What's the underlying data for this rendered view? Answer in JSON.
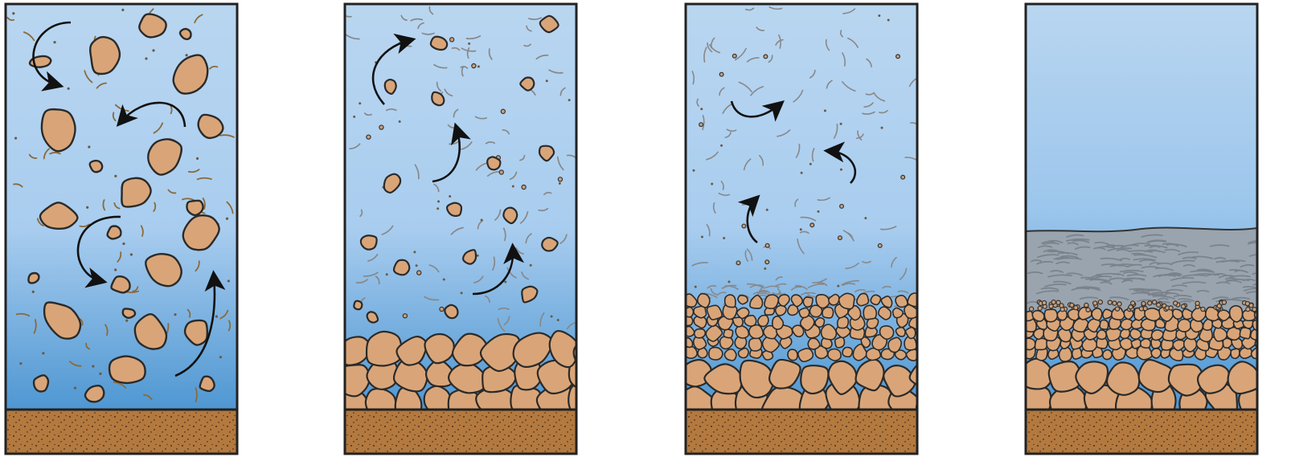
{
  "diagram": {
    "kind": "sedimentation-sequence",
    "panel_count": 4,
    "colors": {
      "water_top": "#b9d6f0",
      "water_bottom": "#4f97d2",
      "grain_fill": "#d9a578",
      "grain_stroke": "#2a2a2a",
      "base_fill": "#b3793f",
      "mud_fill": "#9aa4ae",
      "streak_gray": "#888888",
      "streak_brown": "#8a6a3a",
      "arrow": "#111111",
      "frame": "#222222"
    },
    "panels": [
      {
        "id": "stage-1",
        "bed": "none",
        "coarse_suspended": 34,
        "fine_suspended": 30,
        "arrows": 4
      },
      {
        "id": "stage-2",
        "bed": "coarse",
        "coarse_suspended": 22,
        "fine_suspended": 26,
        "arrows": 3
      },
      {
        "id": "stage-3",
        "bed": "coarse-medium",
        "coarse_suspended": 0,
        "fine_suspended": 22,
        "arrows": 3
      },
      {
        "id": "stage-4",
        "bed": "coarse-medium-mud",
        "coarse_suspended": 0,
        "fine_suspended": 0,
        "arrows": 0
      }
    ]
  }
}
